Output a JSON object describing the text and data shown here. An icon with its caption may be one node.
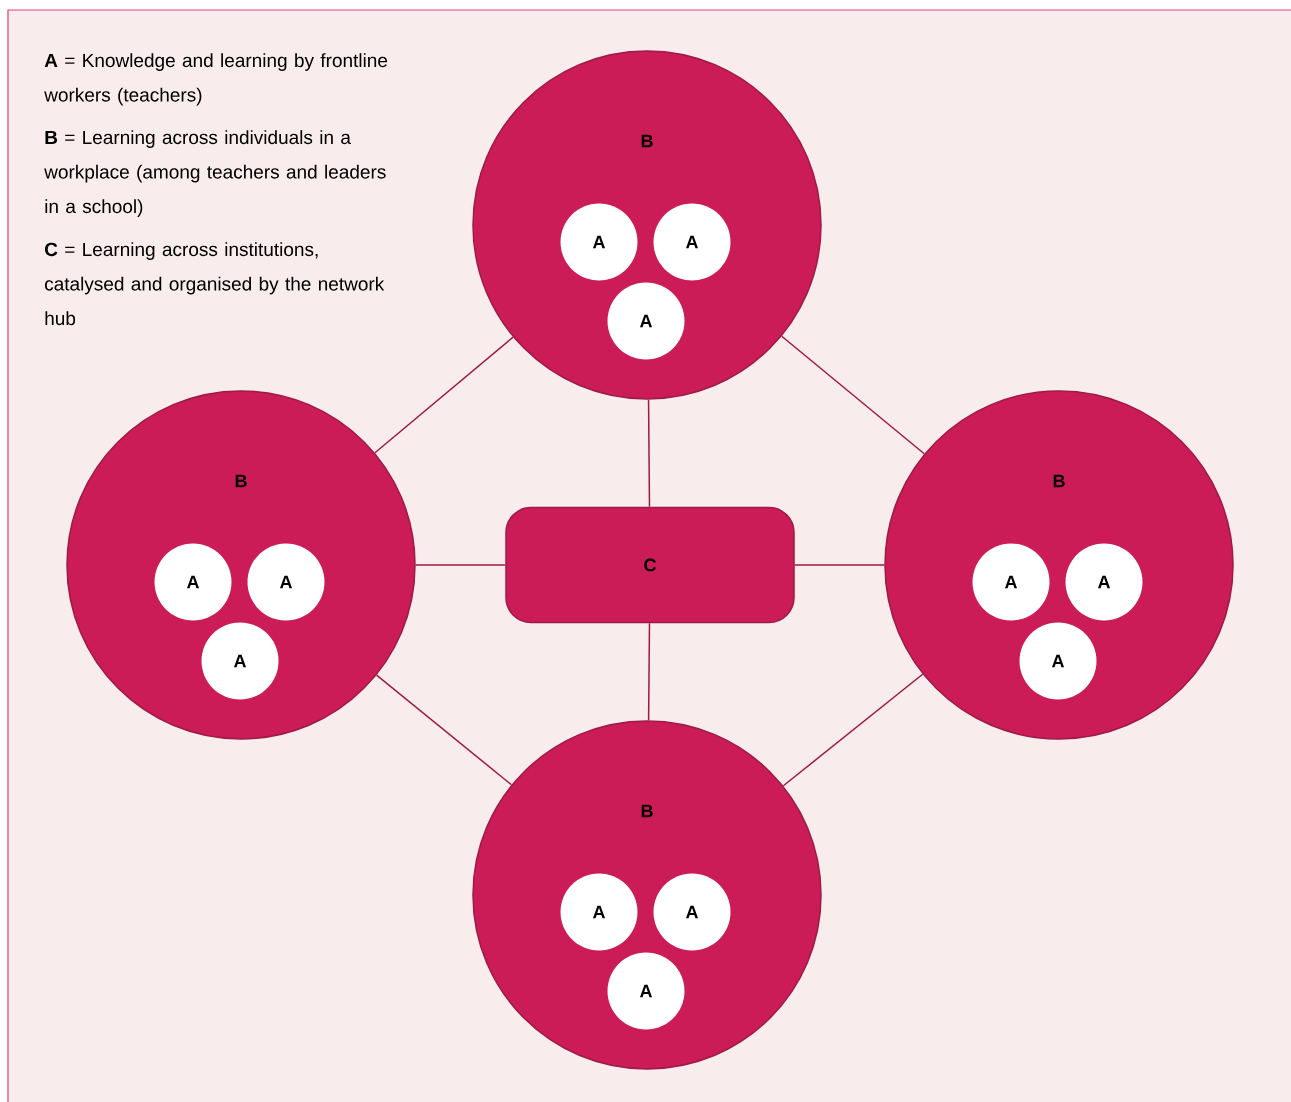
{
  "diagram": {
    "nodes": [
      {
        "text": [
          "B"
        ]
      },
      {
        "text": [
          "A"
        ],
        "in": 0
      },
      {
        "text": [
          "A"
        ],
        "in": 0
      },
      {
        "text": [
          "A"
        ],
        "in": 0
      },
      {
        "text": [
          "B"
        ]
      },
      {
        "text": [
          "A"
        ],
        "in": 4
      },
      {
        "text": [
          "A"
        ],
        "in": 4
      },
      {
        "text": [
          "A"
        ],
        "in": 4
      },
      {
        "text": [
          "C"
        ]
      },
      {
        "text": [
          "B"
        ]
      },
      {
        "text": [
          "A"
        ],
        "in": 9
      },
      {
        "text": [
          "A"
        ],
        "in": 9
      },
      {
        "text": [
          "A"
        ],
        "in": 9
      },
      {
        "text": [
          "B"
        ]
      },
      {
        "text": [
          "A"
        ],
        "in": 13
      },
      {
        "text": [
          "A"
        ],
        "in": 13
      },
      {
        "text": [
          "A"
        ],
        "in": 13
      }
    ],
    "edges": [
      {
        "from": 0,
        "to": 8,
        "arrow": "none"
      },
      {
        "from": 4,
        "to": 8,
        "arrow": "none"
      },
      {
        "from": 8,
        "to": 9,
        "arrow": "none"
      },
      {
        "from": 8,
        "to": 13,
        "arrow": "none"
      },
      {
        "from": 0,
        "to": 4,
        "arrow": "none"
      },
      {
        "from": 0,
        "to": 9,
        "arrow": "none"
      },
      {
        "from": 4,
        "to": 13,
        "arrow": "none"
      },
      {
        "from": 9,
        "to": 13,
        "arrow": "none"
      }
    ],
    "labels": [
      "**A** = Knowledge and learning by frontline workers (teachers)",
      "**B** = Learning across individuals in a workplace (among teachers and leaders in a school)",
      "**C** = Learning across institutions, catalysed and organised by the network hub"
    ]
  }
}
